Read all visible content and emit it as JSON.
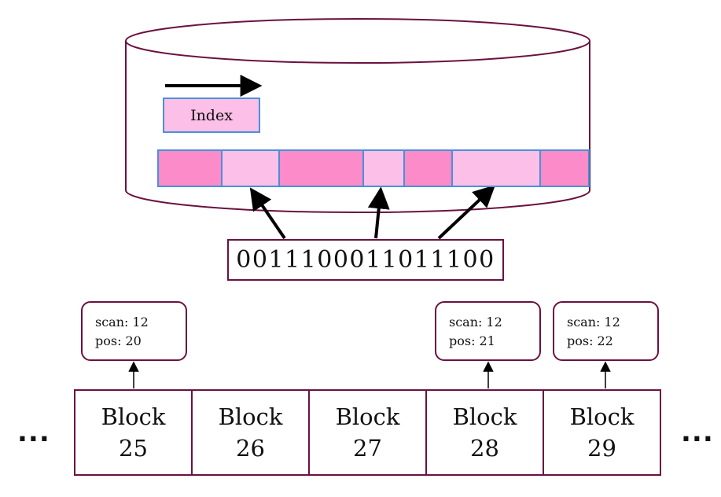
{
  "index_label": "Index",
  "bitmap": "0011100011011100",
  "segments": [
    {
      "shade": "dark"
    },
    {
      "shade": "light"
    },
    {
      "shade": "dark"
    },
    {
      "shade": "light"
    },
    {
      "shade": "dark"
    },
    {
      "shade": "light"
    },
    {
      "shade": "dark"
    }
  ],
  "blocks": [
    {
      "label": "Block",
      "number": "25"
    },
    {
      "label": "Block",
      "number": "26"
    },
    {
      "label": "Block",
      "number": "27"
    },
    {
      "label": "Block",
      "number": "28"
    },
    {
      "label": "Block",
      "number": "29"
    }
  ],
  "meta_boxes": [
    {
      "block": "25",
      "scan_label": "scan:",
      "scan": "12",
      "pos_label": "pos:",
      "pos": "20"
    },
    {
      "block": "28",
      "scan_label": "scan:",
      "scan": "12",
      "pos_label": "pos:",
      "pos": "21"
    },
    {
      "block": "29",
      "scan_label": "scan:",
      "scan": "12",
      "pos_label": "pos:",
      "pos": "22"
    }
  ],
  "ellipsis": "...",
  "colors": {
    "segment_dark": "#fc8bca",
    "segment_light": "#fbbfe8",
    "segment_border": "#4a90d9",
    "box_border": "#6b1140"
  }
}
